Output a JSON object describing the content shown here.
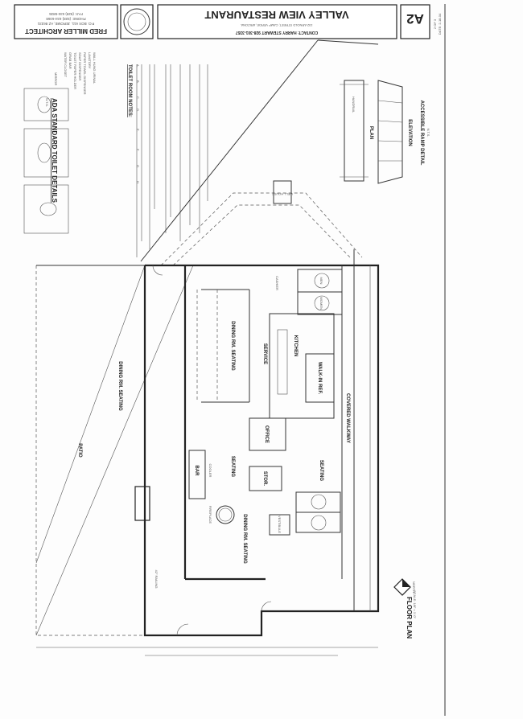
{
  "title_block": {
    "project": "VALLEY VIEW RESTAURANT",
    "address": "102 ARNOLD STREET, CAMP VERDE, ARIZONA",
    "contact": "CONTACT: HARRY STEWART 928-301-3357",
    "sheet": "A2",
    "sheet_of": "2 OF 3",
    "date": "DATE: 2-18-04",
    "architect": "FRED MILLER ARCHITECT",
    "po_box": "P.O. BOX 611, JEROME, AZ 86331",
    "phone": "PHONE: (928) 634-6368",
    "fax": "FAX: (928) 634-5835"
  },
  "ada": {
    "title": "ADA STANDARD TOILET DETAILS",
    "scale": "N.T.S.",
    "mirror": "MIRROR",
    "legend": [
      "WATER CLOSET",
      "GRAB BAR",
      "TOILET PAPER HOLDER",
      "SOAP DISPENSER",
      "PAPER TOWEL DISPENSER",
      "LAVATORY",
      "WALL HUNG URINAL"
    ],
    "notes_title": "TOILET ROOM NOTES:",
    "notes": [
      "A.",
      "B.",
      "C.",
      "D.",
      "E.",
      "F.",
      "G.",
      "H."
    ]
  },
  "ramp": {
    "plan": "PLAN",
    "elevation": "ELEVATION",
    "title": "ACCESSIBLE RAMP DETAIL",
    "scale": "N.T.S.",
    "handrail": "HANDRAIL"
  },
  "floor_plan": {
    "title": "FLOOR PLAN",
    "scale": "SCALE: 1/8\" = 1'-0\"",
    "north": "NORTH"
  },
  "rooms": {
    "dining_1": "DINING RM. SEATING",
    "dining_2": "DINING RM. SEATING",
    "dining_3": "DINING RM. SEATING",
    "service": "SERVICE",
    "kitchen": "KITCHEN",
    "walk_in": "WALK-IN REF.",
    "covered_walkway": "COVERED WALKWAY",
    "seating_1": "SEATING",
    "seating_2": "SEATING",
    "office": "OFFICE",
    "patio": "PATIO",
    "bar": "BAR",
    "cooler": "COOLER",
    "stor": "STOR.",
    "vestibule": "VESTIBULE",
    "women": "WOMEN",
    "men": "MEN",
    "well_house": "WELL HOUSE",
    "cashier": "CASHIER",
    "fireplace": "FIREPLACE",
    "railing": "42\" RAILING"
  }
}
